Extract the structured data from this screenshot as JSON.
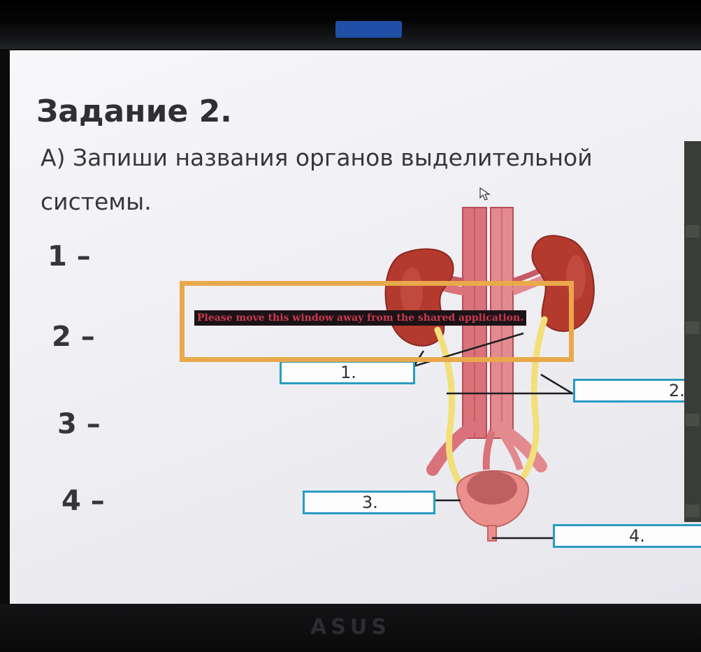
{
  "slide": {
    "title": "Задание 2.",
    "subtitle": "А) Запиши названия органов выделительной системы.",
    "answers": [
      {
        "label": "1 –"
      },
      {
        "label": "2 –"
      },
      {
        "label": "3 –"
      },
      {
        "label": "4 –"
      }
    ],
    "diagram_labels": [
      "1.",
      "2.",
      "3.",
      "4."
    ]
  },
  "share_warning": {
    "text": "Please move this window away from the shared application."
  },
  "monitor": {
    "brand": "ASUS"
  },
  "colors": {
    "label_border": "#2a9bc3",
    "warning_border": "#e9a94b",
    "kidney": "#b53a2e",
    "ureter": "#f2df7a",
    "vessel": "#d9727a"
  }
}
